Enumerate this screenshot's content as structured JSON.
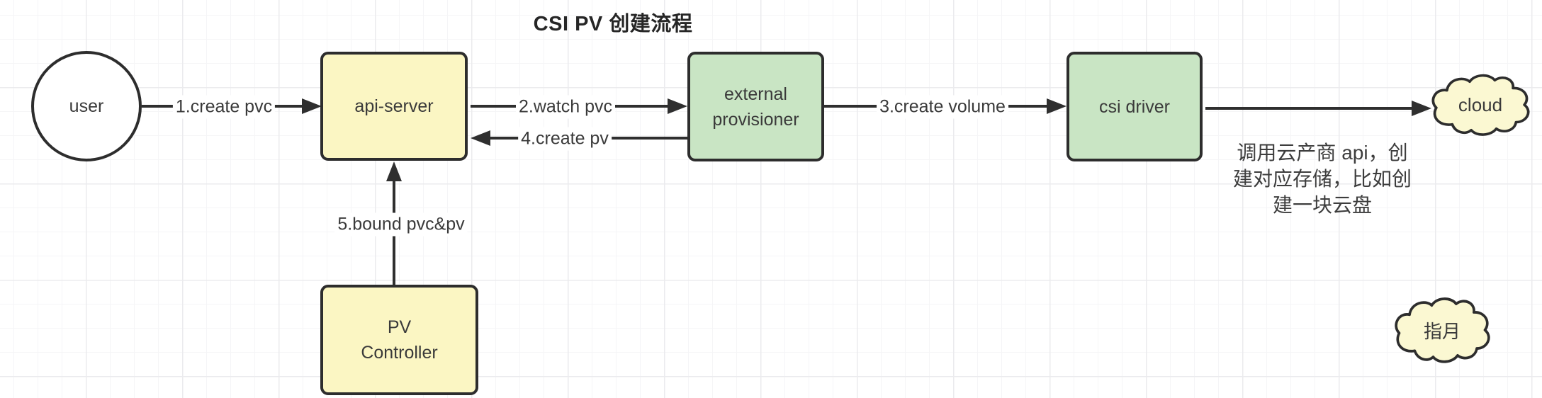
{
  "title": "CSI PV 创建流程",
  "nodes": {
    "user": {
      "label": "user",
      "shape": "circle"
    },
    "api_server": {
      "label": "api-server",
      "shape": "rect",
      "color": "#fbf6c3"
    },
    "external_provisioner": {
      "label": "external\nprovisioner",
      "shape": "rect",
      "color": "#c9e5c4"
    },
    "csi_driver": {
      "label": "csi driver",
      "shape": "rect",
      "color": "#c9e5c4"
    },
    "cloud": {
      "label": "cloud",
      "shape": "cloud",
      "color": "#fbf8d2"
    },
    "pv_controller": {
      "label": "PV\nController",
      "shape": "rect",
      "color": "#fbf6c3"
    },
    "watermark": {
      "label": "指月",
      "shape": "cloud",
      "color": "#fbf8d2"
    }
  },
  "edges": {
    "e1": {
      "label": "1.create pvc",
      "from": "user",
      "to": "api_server"
    },
    "e2": {
      "label": "2.watch pvc",
      "from": "api_server",
      "to": "external_provisioner"
    },
    "e3": {
      "label": "3.create volume",
      "from": "external_provisioner",
      "to": "csi_driver"
    },
    "e4": {
      "label": "4.create pv",
      "from": "external_provisioner",
      "to": "api_server"
    },
    "e5": {
      "label": "5.bound pvc&pv",
      "from": "pv_controller",
      "to": "api_server"
    },
    "e6": {
      "from": "csi_driver",
      "to": "cloud"
    }
  },
  "annotation": {
    "lines": [
      "调用云产商 api，创",
      "建对应存储，比如创",
      "建一块云盘"
    ]
  },
  "colors": {
    "node_yellow": "#fbf6c3",
    "node_green": "#c9e5c4",
    "cloud_yellow": "#fbf8d2",
    "stroke": "#2d2d2d",
    "grid_minor": "#f5f5f7",
    "grid_major": "#ebebee"
  }
}
